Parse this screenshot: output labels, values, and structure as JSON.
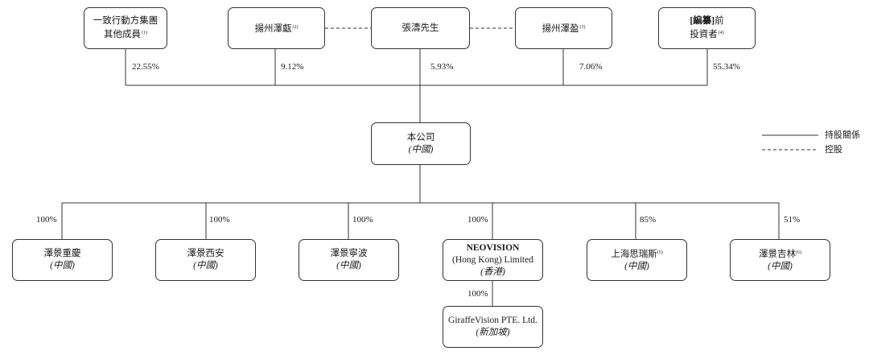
{
  "shareholders": [
    {
      "line1": "一致行動方集團",
      "line2": "其他成員",
      "note": "(1)",
      "pct": "22.55%"
    },
    {
      "line1": "揚州澤甗",
      "note": "(2)",
      "pct": "9.12%"
    },
    {
      "line1": "張濤先生",
      "pct": "5.93%"
    },
    {
      "line1": "揚州澤盈",
      "note": "(3)",
      "pct": "7.06%"
    },
    {
      "line1_bold": "[編纂]",
      "line1": "前",
      "line2": "投資者",
      "note": "(4)",
      "pct": "55.34%"
    }
  ],
  "company": {
    "name": "本公司",
    "place": "(中國)"
  },
  "subsidiaries": [
    {
      "name": "澤景重慶",
      "place": "(中國)",
      "pct": "100%"
    },
    {
      "name": "澤景西安",
      "place": "(中國)",
      "pct": "100%"
    },
    {
      "name": "澤景寧波",
      "place": "(中國)",
      "pct": "100%"
    },
    {
      "name": "NEOVISION",
      "name2": "(Hong Kong) Limited",
      "place": "(香港)",
      "pct": "100%"
    },
    {
      "name": "上海思瑞斯",
      "note": "(5)",
      "place": "(中國)",
      "pct": "85%"
    },
    {
      "name": "澤景吉林",
      "note": "(6)",
      "place": "(中國)",
      "pct": "51%"
    }
  ],
  "subsubsidiary": {
    "name": "GiraffeVision PTE. Ltd.",
    "place": "(新加坡)",
    "pct": "100%"
  },
  "legend": {
    "solid": "持股關係",
    "dashed": "控股"
  }
}
